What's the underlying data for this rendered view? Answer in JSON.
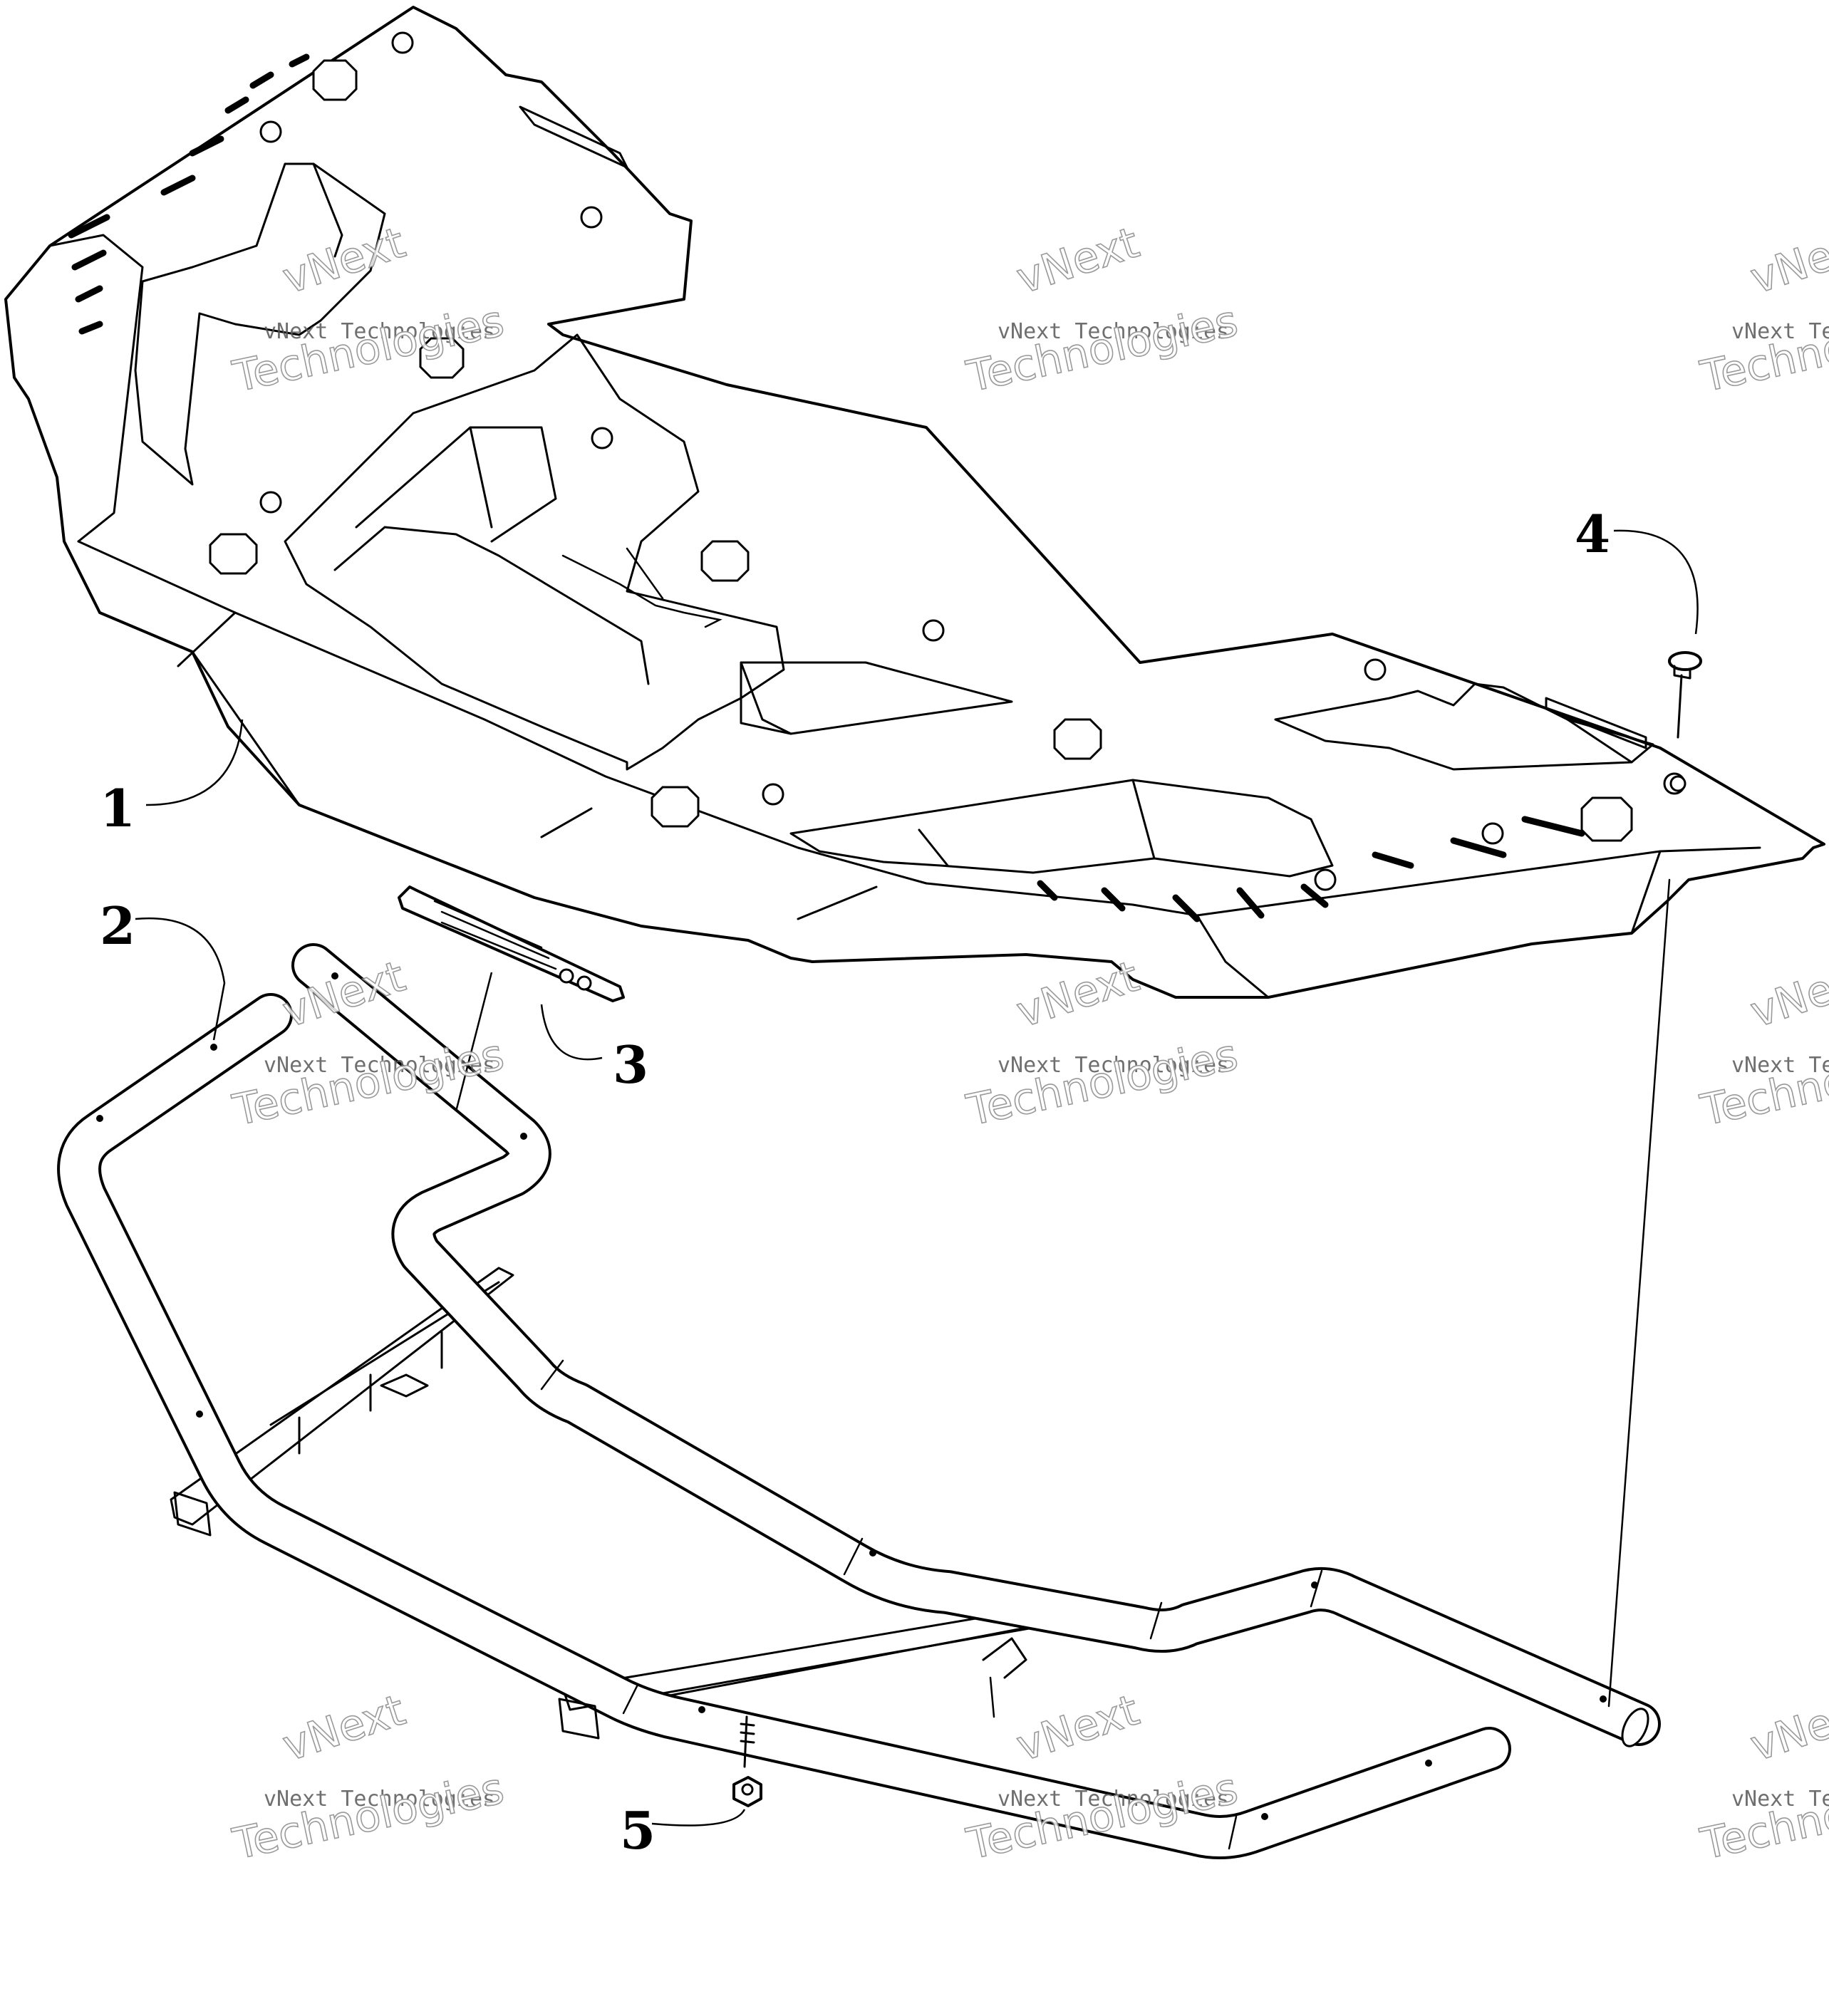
{
  "callouts": [
    {
      "label": "1",
      "part": "rack"
    },
    {
      "label": "2",
      "part": "rack-frame-tube"
    },
    {
      "label": "3",
      "part": "warning-decal"
    },
    {
      "label": "4",
      "part": "screw"
    },
    {
      "label": "5",
      "part": "nut"
    }
  ],
  "watermark": {
    "line1": "vNext",
    "line2": "Technologies",
    "small": "vNext Technologies"
  }
}
